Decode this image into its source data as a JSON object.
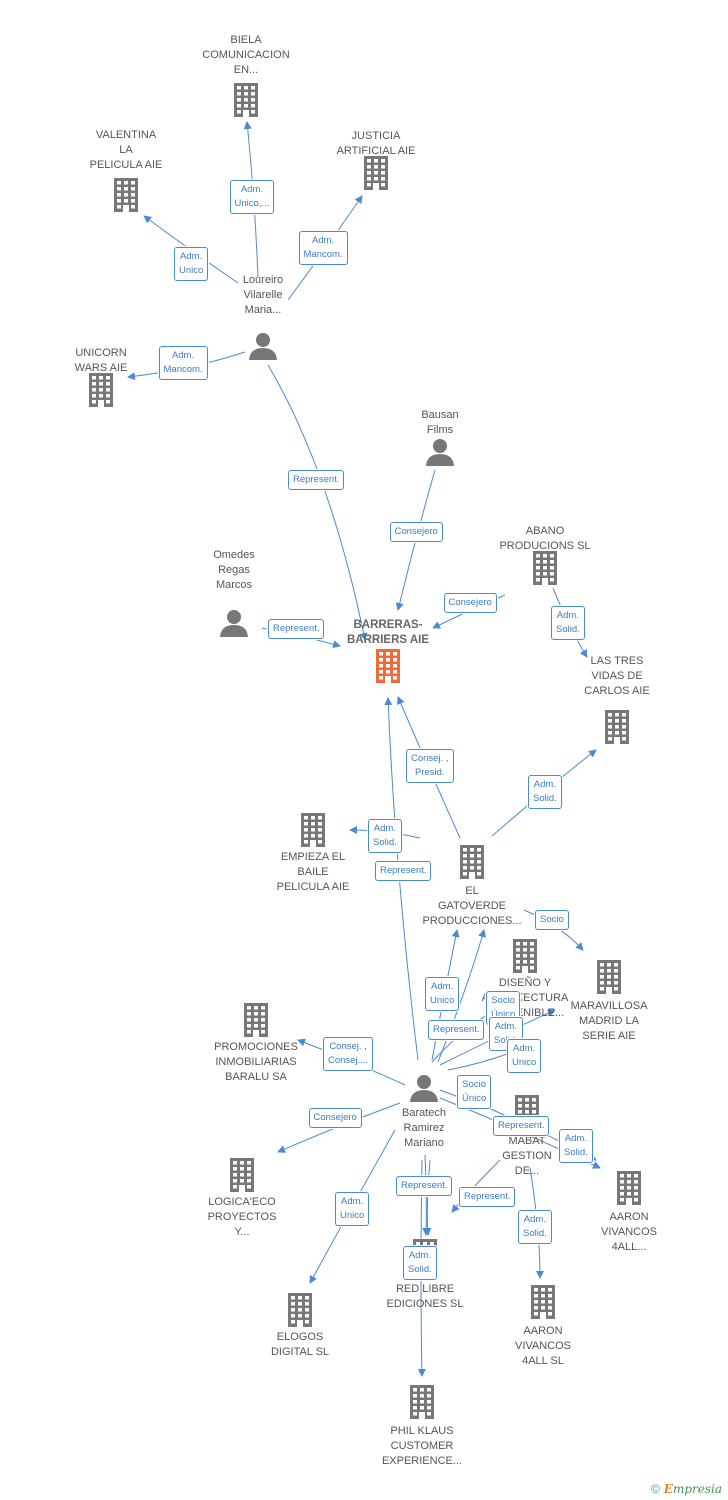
{
  "colors": {
    "edge": "#4a8ad4",
    "node": "#777777",
    "main_node": "#f06a3a",
    "label": "#555555"
  },
  "nodes": {
    "biela": {
      "label": "BIELA\nCOMUNICACION\nEN...",
      "kind": "company"
    },
    "valentina": {
      "label": "VALENTINA\nLA\nPELICULA  AIE",
      "kind": "company"
    },
    "justicia": {
      "label": "JUSTICIA\nARTIFICIAL  AIE",
      "kind": "company"
    },
    "loureiro": {
      "label": "Loureiro\nVilarelle\nMaria...",
      "kind": "person"
    },
    "unicorn": {
      "label": "UNICORN\nWARS AIE",
      "kind": "company"
    },
    "bausan": {
      "label": "Bausan\nFilms",
      "kind": "person"
    },
    "abano": {
      "label": "ABANO\nPRODUCIONS SL",
      "kind": "company"
    },
    "omedes": {
      "label": "Omedes\nRegas\nMarcos",
      "kind": "person"
    },
    "barreras": {
      "label": "BARRERAS-\nBARRIERS AIE",
      "kind": "main"
    },
    "tresvidas": {
      "label": "LAS TRES\nVIDAS DE\nCARLOS AIE",
      "kind": "company"
    },
    "empieza": {
      "label": "EMPIEZA EL\nBAILE\nPELICULA AIE",
      "kind": "company"
    },
    "gatoverde": {
      "label": "EL\nGATOVERDE\nPRODUCCIONES...",
      "kind": "company"
    },
    "diseno": {
      "label": "DISEÑO Y\nARQUITECTURA\nSOSTENIBLE...",
      "kind": "company"
    },
    "maravillosa": {
      "label": "MARAVILLOSA\nMADRID LA\nSERIE AIE",
      "kind": "company"
    },
    "promociones": {
      "label": "PROMOCIONES\nINMOBILIARIAS\nBARALU SA",
      "kind": "company"
    },
    "baratech": {
      "label": "Baratech\nRamirez\nMariano",
      "kind": "person"
    },
    "mabat": {
      "label": "MABAT\nGESTION\nDE...",
      "kind": "company"
    },
    "logica": {
      "label": "LOGICA'ECO\nPROYECTOS\nY...",
      "kind": "company"
    },
    "aaron1": {
      "label": "AARON\nVIVANCOS\n4ALL...",
      "kind": "company"
    },
    "redlibre": {
      "label": "RED LIBRE\nEDICIONES  SL",
      "kind": "company"
    },
    "aaron2": {
      "label": "AARON\nVIVANCOS\n4ALL  SL",
      "kind": "company"
    },
    "elogos": {
      "label": "ELOGOS\nDIGITAL  SL",
      "kind": "company"
    },
    "philklaus": {
      "label": "PHIL KLAUS\nCUSTOMER\nEXPERIENCE...",
      "kind": "company"
    }
  },
  "relations": [
    {
      "label": "Adm.\nUnico,...",
      "from": "loureiro",
      "to": "biela"
    },
    {
      "label": "Adm.\nUnico",
      "from": "loureiro",
      "to": "valentina"
    },
    {
      "label": "Adm.\nMancom.",
      "from": "loureiro",
      "to": "justicia"
    },
    {
      "label": "Adm.\nMancom.",
      "from": "loureiro",
      "to": "unicorn"
    },
    {
      "label": "Represent.",
      "from": "loureiro",
      "to": "barreras"
    },
    {
      "label": "Consejero",
      "from": "bausan",
      "to": "barreras"
    },
    {
      "label": "Consejero",
      "from": "abano",
      "to": "barreras"
    },
    {
      "label": "Adm.\nSolid.",
      "from": "abano",
      "to": "tresvidas"
    },
    {
      "label": "Represent.",
      "from": "omedes",
      "to": "barreras"
    },
    {
      "label": "Consej. ,\nPresid.",
      "from": "gatoverde",
      "to": "barreras"
    },
    {
      "label": "Adm.\nSolid.",
      "from": "gatoverde",
      "to": "tresvidas"
    },
    {
      "label": "Adm.\nSolid.",
      "from": "gatoverde",
      "to": "empieza"
    },
    {
      "label": "Represent.",
      "from": "baratech",
      "to": "barreras"
    },
    {
      "label": "Socio",
      "from": "gatoverde",
      "to": "maravillosa"
    },
    {
      "label": "Adm.\nUnico",
      "from": "baratech",
      "to": "gatoverde"
    },
    {
      "label": "Socio\nÚnico",
      "from": "baratech",
      "to": "diseno"
    },
    {
      "label": "Represent.",
      "from": "baratech",
      "to": "gatoverde"
    },
    {
      "label": "Adm.\nSolid.",
      "from": "baratech",
      "to": "diseno"
    },
    {
      "label": "Adm.\nUnico",
      "from": "baratech",
      "to": "diseno"
    },
    {
      "label": "Consej. ,\nConsej....",
      "from": "baratech",
      "to": "promociones"
    },
    {
      "label": "Socio\nÚnico",
      "from": "baratech",
      "to": "mabat"
    },
    {
      "label": "Consejero",
      "from": "baratech",
      "to": "logica"
    },
    {
      "label": "Represent.",
      "from": "baratech",
      "to": "aaron1"
    },
    {
      "label": "Adm.\nSolid.",
      "from": "baratech",
      "to": "aaron1"
    },
    {
      "label": "Represent.",
      "from": "baratech",
      "to": "redlibre"
    },
    {
      "label": "Adm.\nSolid.",
      "from": "baratech",
      "to": "redlibre"
    },
    {
      "label": "Represent.",
      "from": "mabat",
      "to": "redlibre"
    },
    {
      "label": "Adm.\nSolid.",
      "from": "mabat",
      "to": "aaron2"
    },
    {
      "label": "Adm.\nUnico",
      "from": "baratech",
      "to": "elogos"
    },
    {
      "label": "Adm.\nSolid.",
      "from": "baratech",
      "to": "philklaus"
    }
  ],
  "footer": {
    "copyright": "©",
    "brand_initial": "E",
    "brand_rest": "mpresia"
  }
}
